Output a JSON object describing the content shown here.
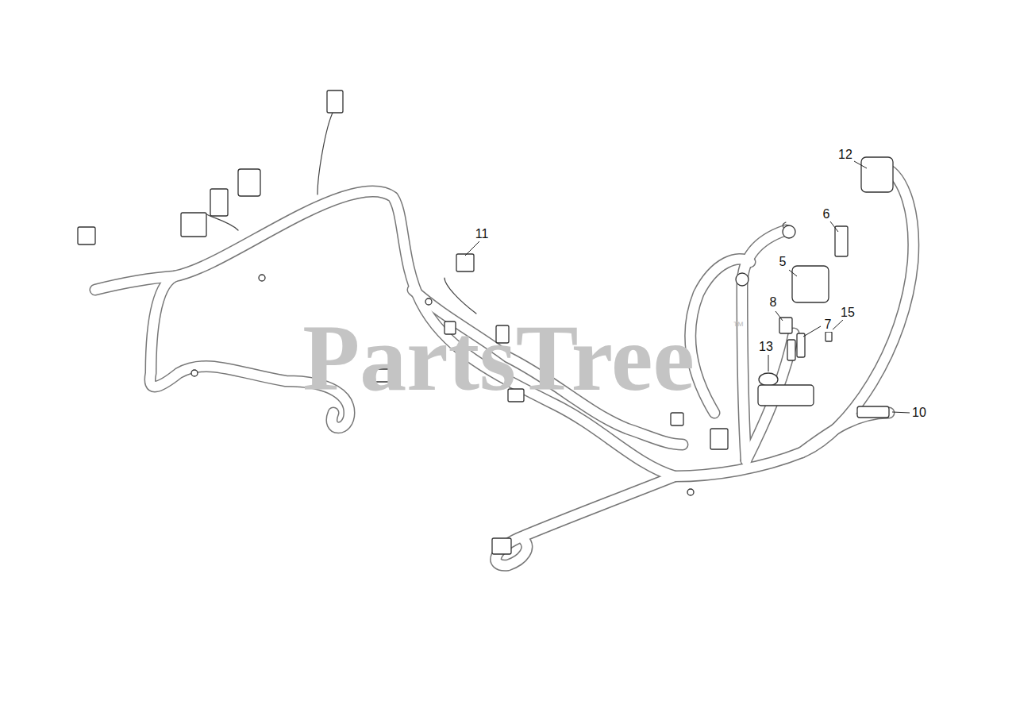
{
  "diagram": {
    "labels": [
      "11",
      "12",
      "6",
      "5",
      "8",
      "7",
      "15",
      "13",
      "10",
      "PartsTree",
      "™"
    ]
  }
}
